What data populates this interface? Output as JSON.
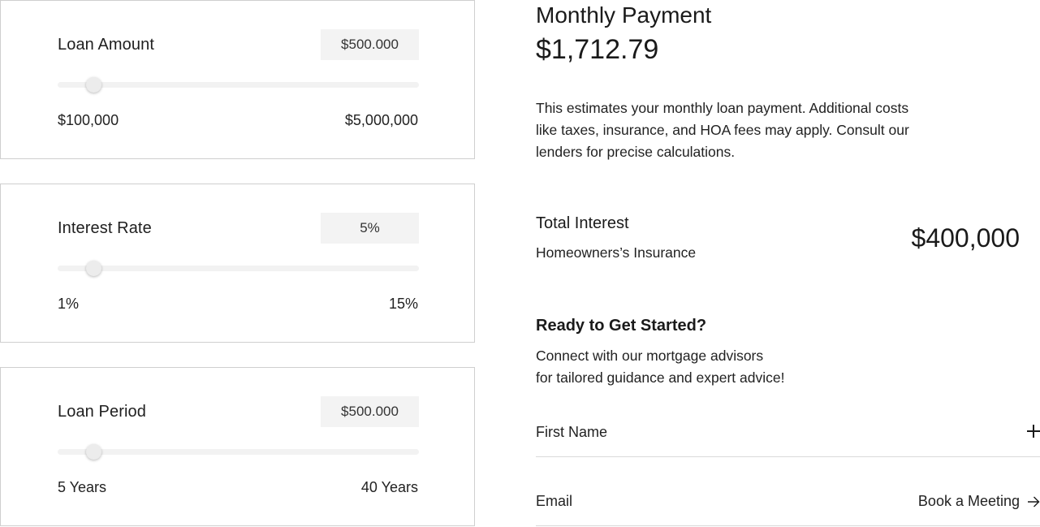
{
  "calculator": {
    "loan_amount": {
      "label": "Loan Amount",
      "value": "$500.000",
      "slider_fraction": 0.1,
      "min": "$100,000",
      "max": "$5,000,000"
    },
    "interest_rate": {
      "label": "Interest Rate",
      "value": "5%",
      "slider_fraction": 0.1,
      "min": "1%",
      "max": "15%"
    },
    "loan_period": {
      "label": "Loan Period",
      "value": "$500.000",
      "slider_fraction": 0.1,
      "min": "5 Years",
      "max": "40 Years"
    }
  },
  "summary": {
    "title": "Monthly Payment",
    "amount": "$1,712.79",
    "description": "This estimates your monthly loan payment. Additional costs like taxes, insurance, and HOA fees may apply. Consult our lenders for precise calculations.",
    "total_interest_label": "Total Interest",
    "insurance_label": "Homeowners’s Insurance",
    "total_interest_value": "$400,000"
  },
  "cta": {
    "title": "Ready to Get Started?",
    "text_line1": "Connect with our mortgage advisors",
    "text_line2": "for tailored guidance and expert advice!"
  },
  "form": {
    "first_name_label": "First Name",
    "email_label": "Email",
    "book_button_label": "Book a Meeting",
    "add_icon": "plus-icon",
    "submit_icon": "arrow-right-icon"
  }
}
